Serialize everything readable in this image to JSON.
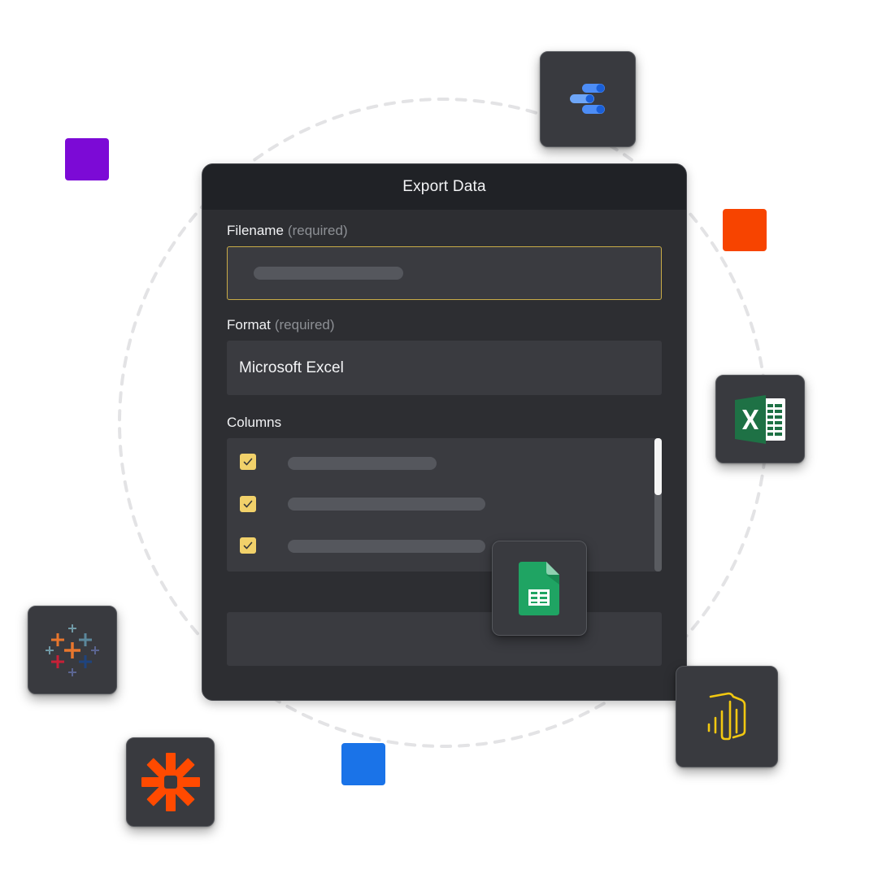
{
  "dialog": {
    "title": "Export Data",
    "filename": {
      "label": "Filename",
      "hint": "(required)",
      "value": ""
    },
    "format": {
      "label": "Format",
      "hint": "(required)",
      "value": "Microsoft Excel"
    },
    "columns": {
      "label": "Columns",
      "items": [
        {
          "checked": true
        },
        {
          "checked": true
        },
        {
          "checked": true
        }
      ]
    }
  },
  "integrations": [
    {
      "name": "google-data-studio",
      "icon": "google-data-studio-icon"
    },
    {
      "name": "microsoft-excel",
      "icon": "excel-icon"
    },
    {
      "name": "google-sheets",
      "icon": "google-sheets-icon"
    },
    {
      "name": "tableau",
      "icon": "tableau-icon"
    },
    {
      "name": "zapier",
      "icon": "zapier-icon"
    },
    {
      "name": "power-bi",
      "icon": "power-bi-icon"
    }
  ],
  "colors": {
    "accent_yellow": "#f1d16a",
    "focus_border": "#c9ac47",
    "square_purple": "#7c0ad6",
    "square_orange": "#f74400",
    "square_blue": "#1a73e8"
  }
}
